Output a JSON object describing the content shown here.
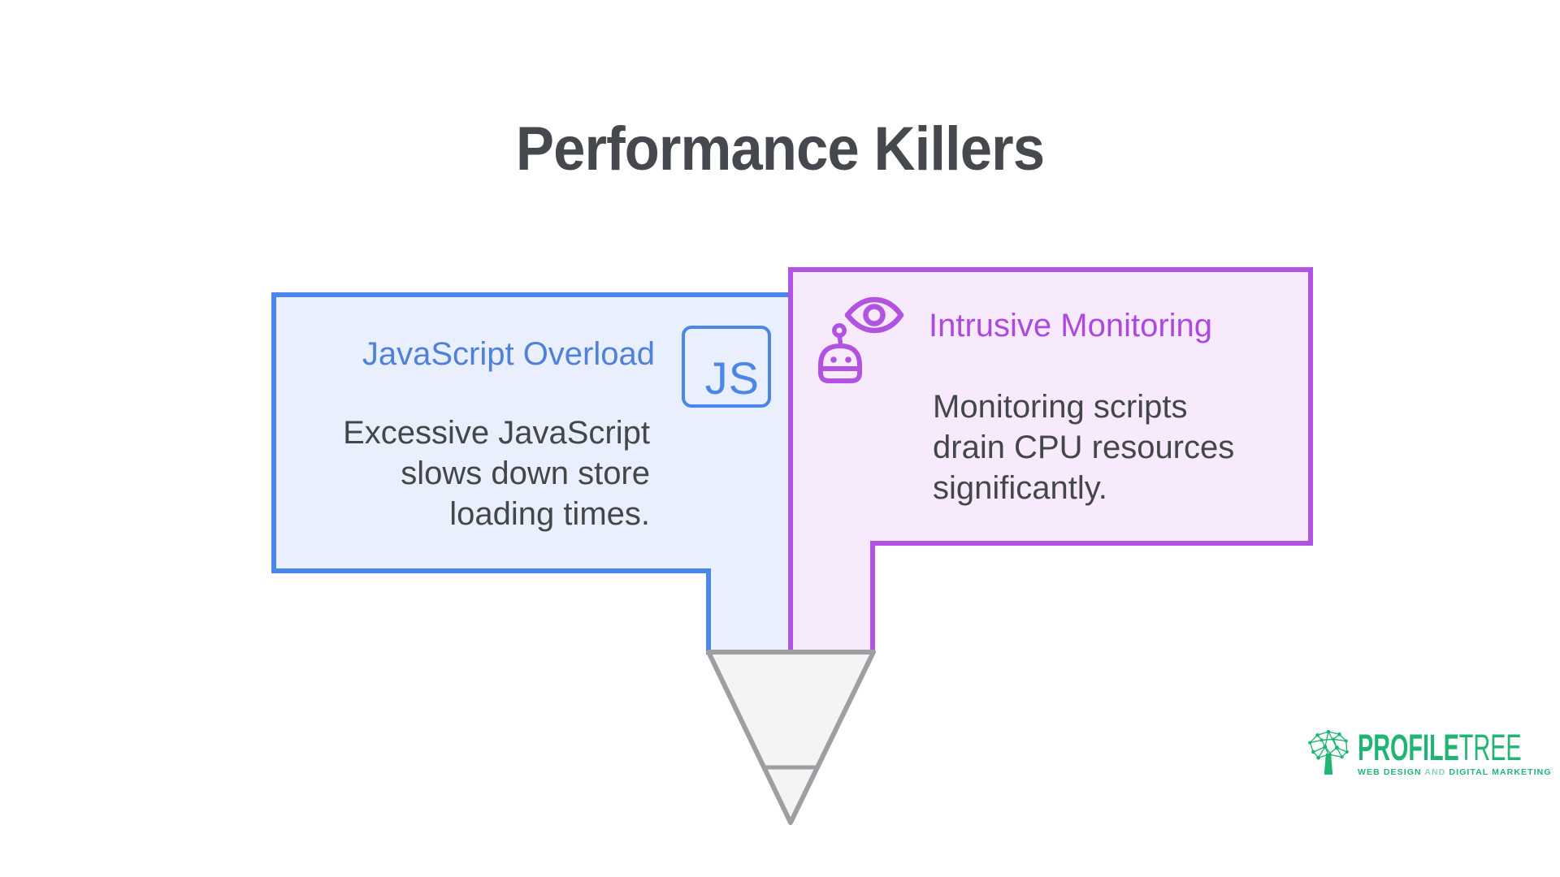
{
  "page": {
    "title": "Performance Killers",
    "background": "#ffffff",
    "title_color": "#45484c"
  },
  "cards": [
    {
      "id": "javascript-overload",
      "title": "JavaScript Overload",
      "body_lines": [
        "Excessive JavaScript",
        "slows down store",
        "loading times."
      ],
      "icon": "js-badge-icon",
      "icon_label": "JS",
      "accent_color": "#4c86e8",
      "fill_color": "#e9effc",
      "title_color": "#4e80dc",
      "body_color": "#44474a"
    },
    {
      "id": "intrusive-monitoring",
      "title": "Intrusive Monitoring",
      "body_lines": [
        "Monitoring scripts",
        "drain CPU resources",
        "significantly."
      ],
      "icon": "robot-eye-icon",
      "accent_color": "#b153e3",
      "fill_color": "#f8eafd",
      "title_color": "#ad49e0",
      "body_color": "#44474a"
    }
  ],
  "funnel": {
    "fill_color": "#f4f4f5",
    "stroke_color": "#9e9fa3"
  },
  "logo": {
    "brand_primary": "PROFILE",
    "brand_secondary": "TREE",
    "tagline_left": "WEB DESIGN ",
    "tagline_and": "AND",
    "tagline_right": " DIGITAL MARKETING",
    "color": "#21b573",
    "and_color": "#8ad6b1"
  }
}
